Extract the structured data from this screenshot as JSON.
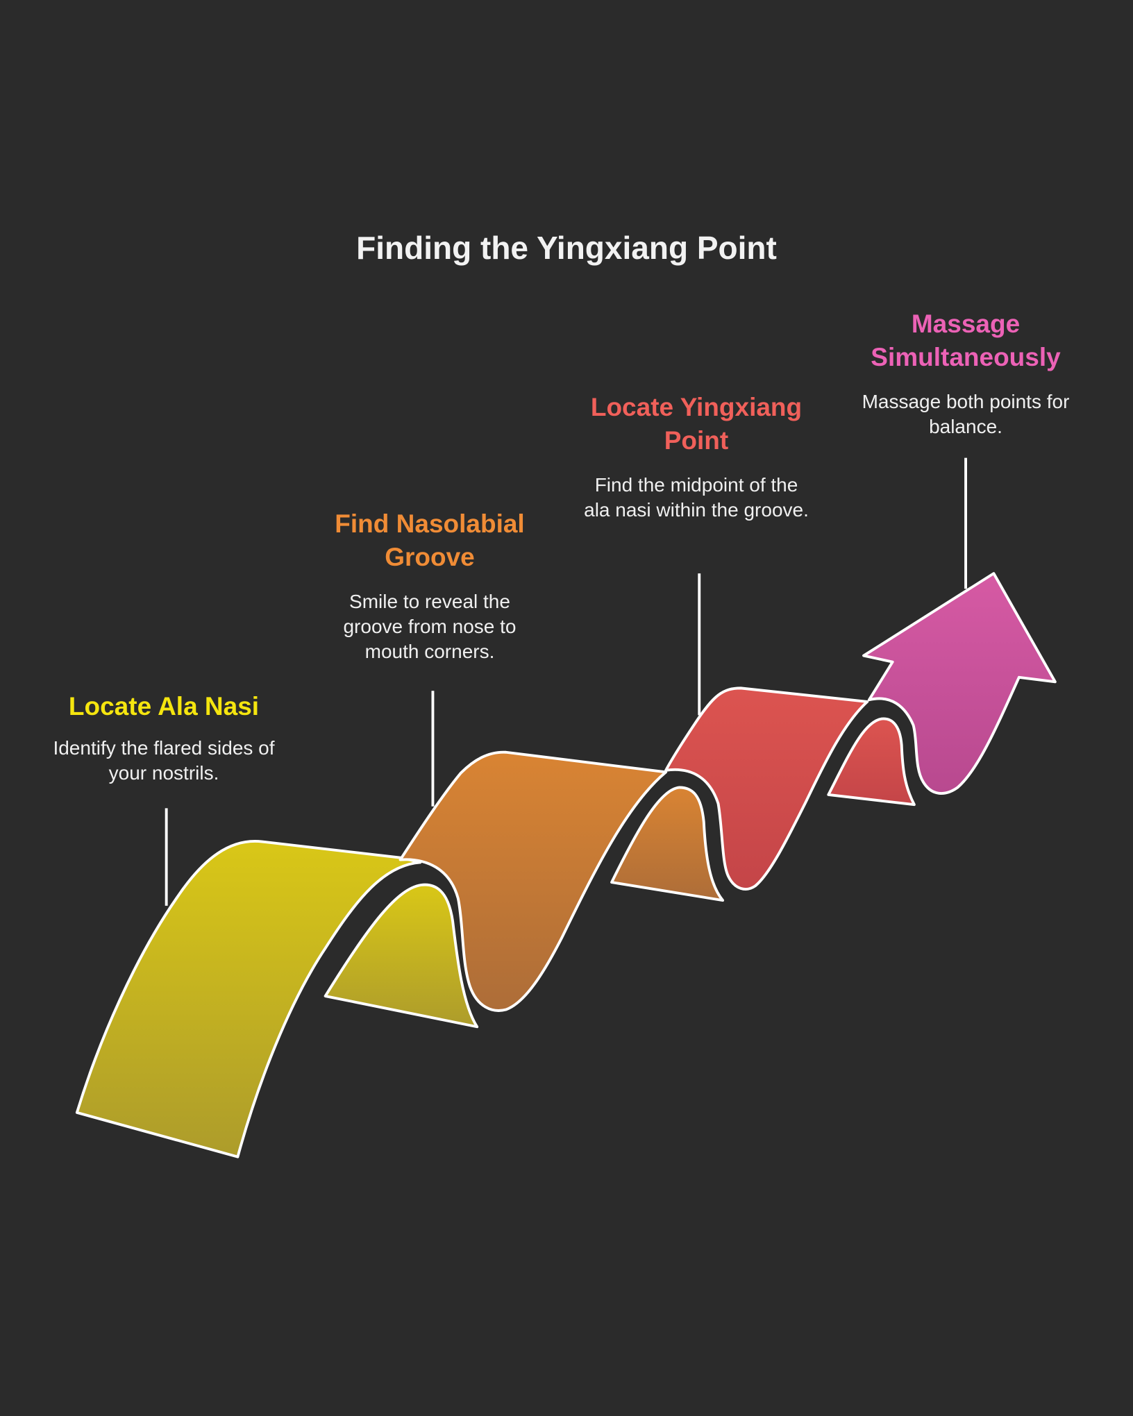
{
  "title": "Finding the Yingxiang Point",
  "steps": [
    {
      "title": "Locate Ala Nasi",
      "description": "Identify the flared sides of your nostrils.",
      "color": "#f5e50f"
    },
    {
      "title": "Find Nasolabial Groove",
      "description": "Smile to reveal the groove from nose to mouth corners.",
      "color": "#f08c36"
    },
    {
      "title": "Locate Yingxiang Point",
      "description": "Find the midpoint of the ala nasi within the groove.",
      "color": "#f0605a"
    },
    {
      "title": "Massage Simultaneously",
      "description": "Massage both points for balance.",
      "color": "#ec62b6"
    }
  ]
}
